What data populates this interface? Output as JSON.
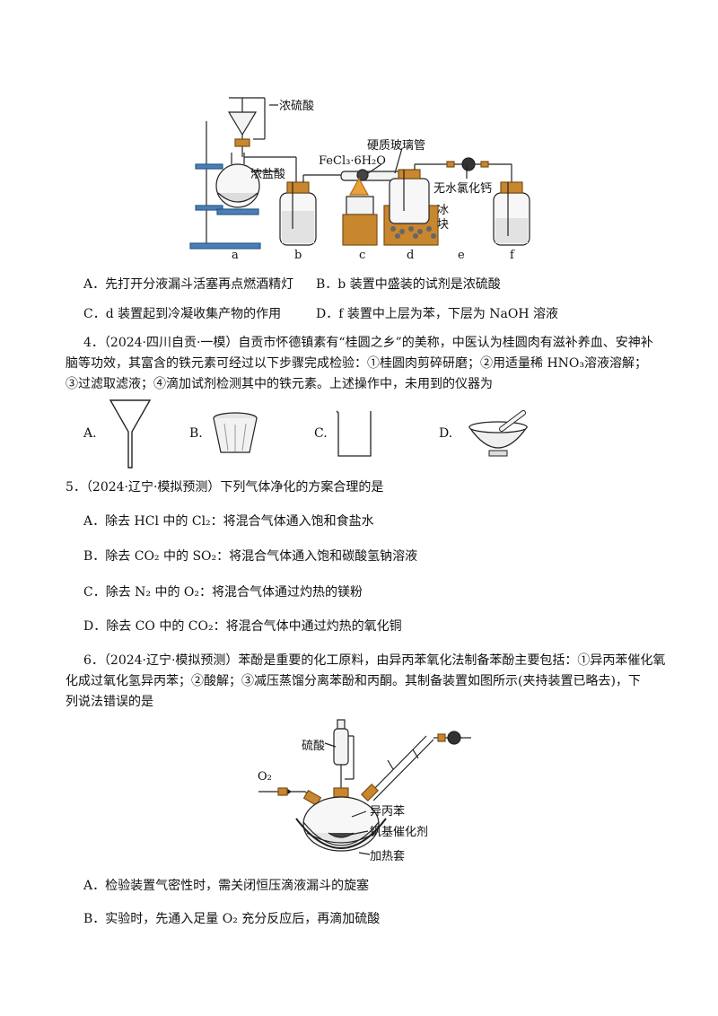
{
  "diagram1": {
    "labels": {
      "conc_h2so4": "浓硫酸",
      "conc_hcl": "浓盐酸",
      "fecl3": "FeCl₃·6H₂O",
      "hard_glass_tube": "硬质玻璃管",
      "anhydrous_cacl2": "无水氯化钙",
      "ice_block": "冰\n块",
      "ice_1": "冰",
      "ice_2": "块"
    },
    "apparatus_letters": [
      "a",
      "b",
      "c",
      "d",
      "e",
      "f"
    ]
  },
  "q3_options": {
    "A": "A．先打开分液漏斗活塞再点燃酒精灯",
    "B": "B．b 装置中盛装的试剂是浓硫酸",
    "C": "C．d 装置起到冷凝收集产物的作用",
    "D": "D．f 装置中上层为苯，下层为 NaOH 溶液"
  },
  "q4": {
    "stem_line1": "4．（2024·四川自贡·一模）自贡市怀德镇素有“桂圆之乡”的美称，中医认为桂圆肉有滋补养血、安神补",
    "stem_line2": "脑等功效，其富含的铁元素可经过以下步骤完成检验：①桂圆肉剪碎研磨；②用适量稀 HNO₃溶液溶解；",
    "stem_line3": "③过滤取滤液；④滴加试剂检测其中的铁元素。上述操作中，未用到的仪器为",
    "option_letters": [
      "A.",
      "B.",
      "C.",
      "D."
    ]
  },
  "q5": {
    "stem": "5．（2024·辽宁·模拟预测）下列气体净化的方案合理的是",
    "A": "A．除去 HCl 中的 Cl₂：将混合气体通入饱和食盐水",
    "B": "B．除去 CO₂ 中的 SO₂：将混合气体通入饱和碳酸氢钠溶液",
    "C": "C．除去 N₂ 中的 O₂：将混合气体通过灼热的镁粉",
    "D": "D．除去 CO 中的 CO₂：将混合气体中通过灼热的氧化铜"
  },
  "q6": {
    "stem_line1": "6．（2024·辽宁·模拟预测）苯酚是重要的化工原料，由异丙苯氧化法制备苯酚主要包括：①异丙苯催化氧",
    "stem_line2": "化成过氧化氢异丙苯；②酸解；③减压蒸馏分离苯酚和丙酮。其制备装置如图所示(夹持装置已略去)，下",
    "stem_line3": "列说法错误的是",
    "diagram_labels": {
      "h2so4": "硫酸",
      "o2": "O₂",
      "cumene": "异丙苯",
      "vanadium_catalyst": "钒基催化剂",
      "heating_mantle": "加热套"
    },
    "A": "A．检验装置气密性时，需关闭恒压滴液漏斗的旋塞",
    "B": "B．实验时，先通入足量 O₂ 充分反应后，再滴加硫酸"
  }
}
